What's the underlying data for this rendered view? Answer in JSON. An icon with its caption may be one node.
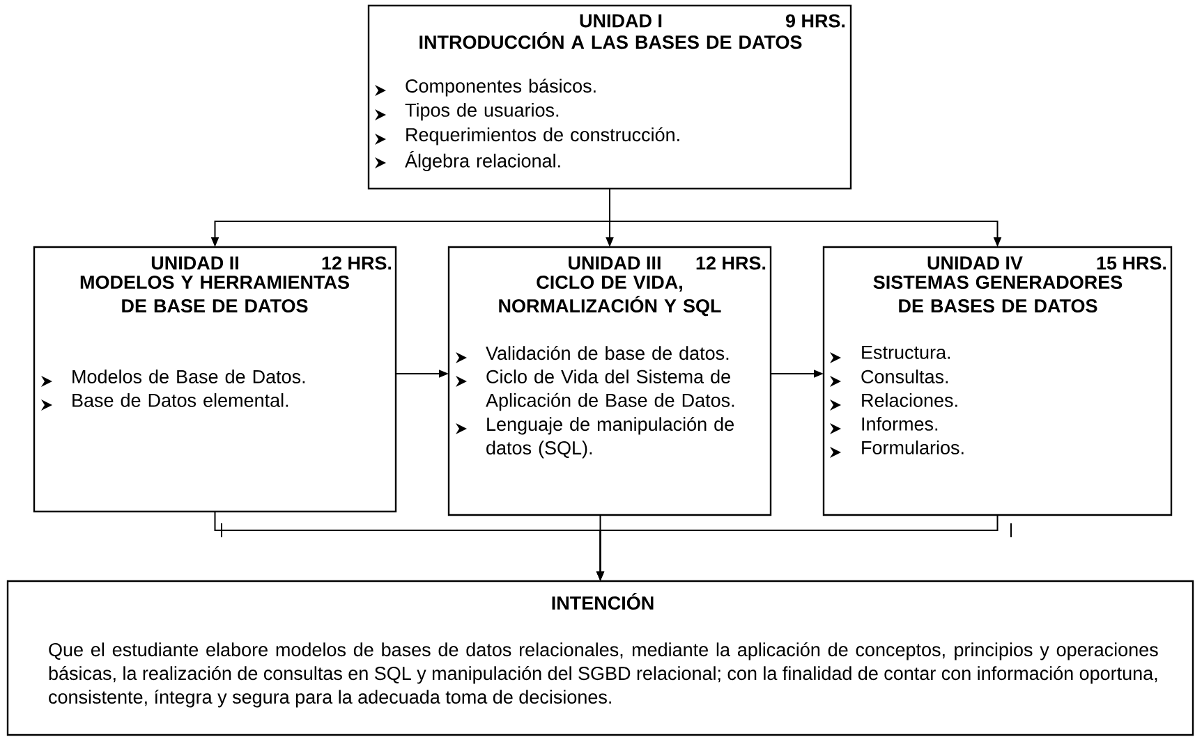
{
  "diagram": {
    "nodes": [
      {
        "text": [
          "UNIDAD I",
          "9 HRS.",
          "INTRODUCCIÓN A LAS BASES DE DATOS",
          "Componentes básicos.",
          "Tipos de usuarios.",
          "Requerimientos de construcción.",
          "Álgebra relacional."
        ]
      },
      {
        "text": [
          "UNIDAD II",
          "12 HRS.",
          "MODELOS Y HERRAMIENTAS DE BASE DE DATOS",
          "Modelos de Base de Datos.",
          "Base de Datos elemental."
        ]
      },
      {
        "text": [
          "UNIDAD III",
          "12 HRS.",
          "CICLO DE VIDA, NORMALIZACIÓN Y SQL",
          "Validación de base de datos.",
          "Ciclo de Vida del Sistema de Aplicación de Base de Datos.",
          "Lenguaje de manipulación de datos (SQL)."
        ]
      },
      {
        "text": [
          "UNIDAD IV",
          "15 HRS.",
          "SISTEMAS GENERADORES DE BASES DE DATOS",
          "Estructura.",
          "Consultas.",
          "Relaciones.",
          "Informes.",
          "Formularios."
        ]
      },
      {
        "text": [
          "INTENCIÓN",
          "Que el estudiante elabore modelos de bases de datos relacionales, mediante la aplicación de conceptos, principios y operaciones básicas, la realización de consultas en SQL y manipulación del SGBD relacional; con la finalidad de contar con información oportuna, consistente, íntegra y segura para la adecuada toma de decisiones."
        ]
      }
    ],
    "edges": [
      {
        "from": 0,
        "to": 1,
        "arrow": "to"
      },
      {
        "from": 0,
        "to": 2,
        "arrow": "to"
      },
      {
        "from": 0,
        "to": 3,
        "arrow": "to"
      },
      {
        "from": 1,
        "to": 2,
        "arrow": "to"
      },
      {
        "from": 2,
        "to": 3,
        "arrow": "to"
      },
      {
        "from": 1,
        "to": 4,
        "arrow": "to"
      },
      {
        "from": 2,
        "to": 4,
        "arrow": "to"
      },
      {
        "from": 3,
        "to": 4,
        "arrow": "to"
      }
    ]
  }
}
